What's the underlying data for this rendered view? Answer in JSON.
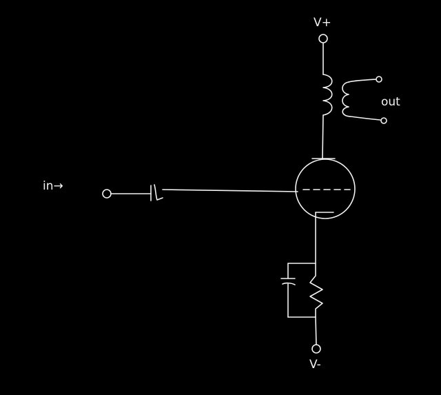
{
  "labels": {
    "v_plus": "V+",
    "v_minus": "V-",
    "input": "in→",
    "output": "out"
  },
  "style": {
    "background": "#000000",
    "ink": "#f2f2f2"
  }
}
